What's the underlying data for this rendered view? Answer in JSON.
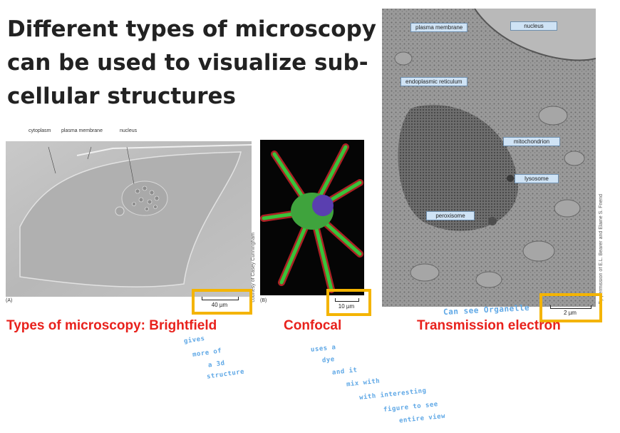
{
  "title": "Different types of microscopy can be used to visualize sub-cellular structures",
  "brightfield": {
    "panel_letter": "(A)",
    "labels": {
      "cytoplasm": "cytoplasm",
      "plasma_membrane": "plasma membrane",
      "nucleus": "nucleus"
    },
    "scale": "40 µm",
    "credit": "courtesy of Casey Cunningham"
  },
  "confocal": {
    "panel_letter": "(B)",
    "scale": "10 µm"
  },
  "tem": {
    "labels": {
      "plasma_membrane": "plasma membrane",
      "nucleus": "nucleus",
      "er": "endoplasmic reticulum",
      "mitochondrion": "mitochondrion",
      "lysosome": "lysosome",
      "peroxisome": "peroxisome"
    },
    "scale": "2 µm",
    "credit": "By permission of E.L. Bearer and Elaine S. Friend"
  },
  "captions": {
    "brightfield": "Types of microscopy: Brightfield",
    "confocal": "Confocal",
    "tem": "Transmission electron"
  },
  "handwriting": {
    "brightfield": [
      "gives",
      "more of",
      "a 3d",
      "structure"
    ],
    "confocal": [
      "uses a",
      "dye",
      "and it",
      "mix with",
      "with interesting",
      "figure to see",
      "entire view"
    ],
    "tem": "Can see Organelle"
  },
  "colors": {
    "caption": "#e8211c",
    "highlight": "#f4b400",
    "handwriting": "#5fa8e6"
  }
}
